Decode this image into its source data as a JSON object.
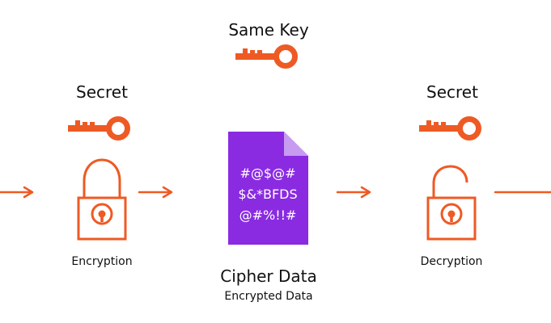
{
  "labels": {
    "same_key": "Same Key",
    "secret_left": "Secret",
    "secret_right": "Secret",
    "encryption": "Encryption",
    "decryption": "Decryption",
    "cipher_title": "Cipher Data",
    "cipher_subtitle": "Encrypted Data"
  },
  "document": {
    "line1": "#@$@#",
    "line2": "$&*BFDS",
    "line3": "@#%!!#"
  },
  "icons": {
    "key": "key-icon",
    "locked": "lock-closed-icon",
    "unlocked": "lock-open-icon",
    "file": "encrypted-document-icon",
    "arrow": "arrow-right-icon"
  },
  "colors": {
    "accent": "#ee5a24",
    "document_main": "#8a2be2",
    "document_fold": "#c79bf0",
    "text": "#111111",
    "document_text": "#ffffff"
  }
}
